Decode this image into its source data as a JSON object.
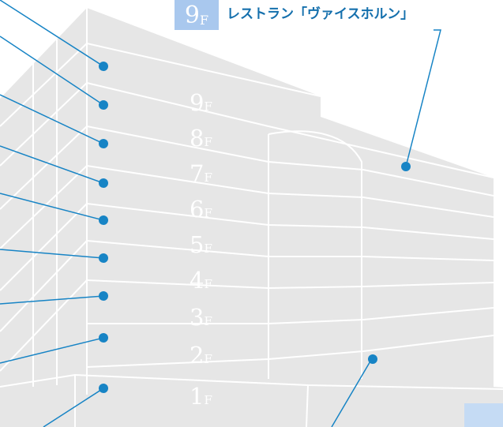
{
  "colors": {
    "building": "#e6e6e6",
    "lines": "#ffffff",
    "accent": "#1784c5",
    "badge": "#a9c8ee"
  },
  "floors": [
    {
      "num": "9",
      "unit": "F"
    },
    {
      "num": "8",
      "unit": "F"
    },
    {
      "num": "7",
      "unit": "F"
    },
    {
      "num": "6",
      "unit": "F"
    },
    {
      "num": "5",
      "unit": "F"
    },
    {
      "num": "4",
      "unit": "F"
    },
    {
      "num": "3",
      "unit": "F"
    },
    {
      "num": "2",
      "unit": "F"
    },
    {
      "num": "1",
      "unit": "F"
    }
  ],
  "callout": {
    "floor_num": "9",
    "floor_unit": "F",
    "title": "レストラン「ヴァイスホルン」"
  }
}
